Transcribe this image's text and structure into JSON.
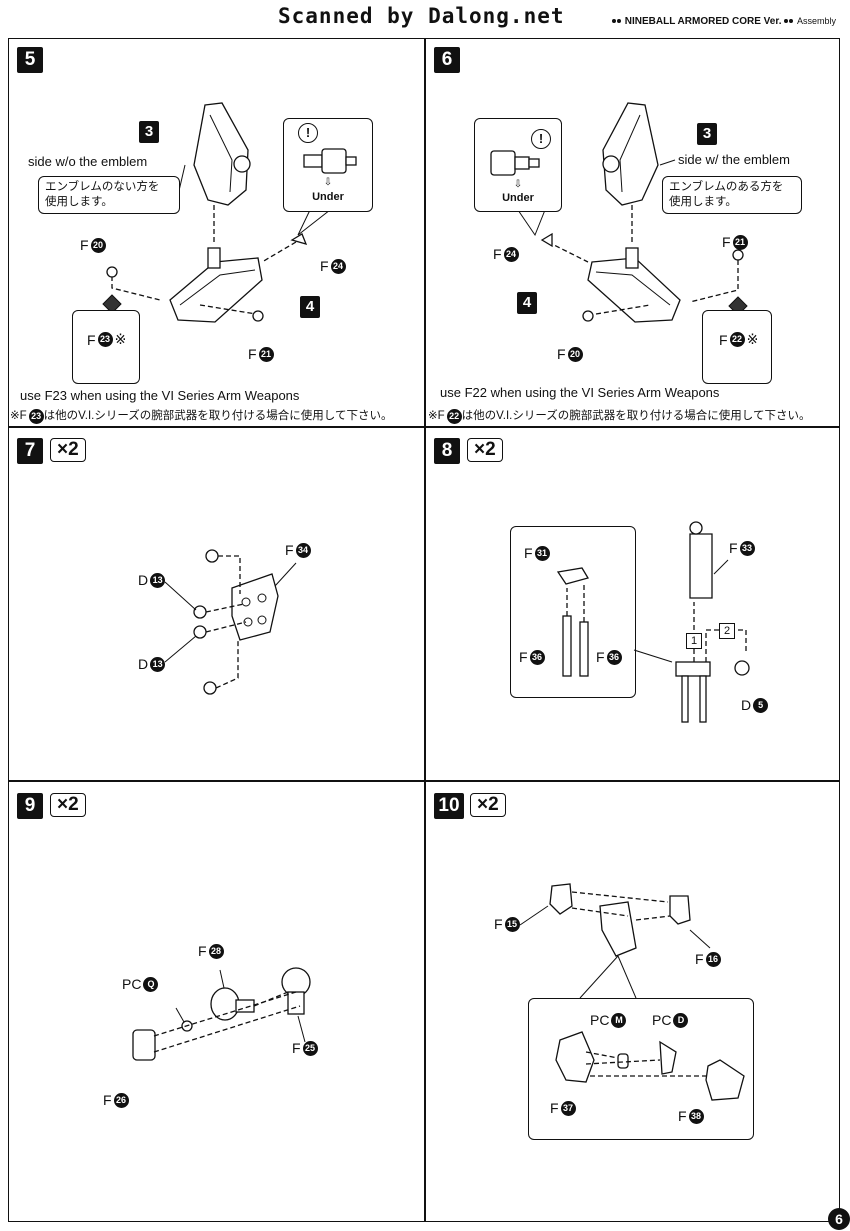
{
  "header": {
    "scan_title": "Scanned by Dalong.net",
    "product": "NINEBALL ARMORED CORE Ver.",
    "section": "Assembly"
  },
  "steps": {
    "s5": {
      "num": "5",
      "label_side": "side w/o the emblem",
      "jp_callout": "エンブレムのない方を\n使用します。",
      "under": "Under",
      "warn": "!",
      "part_ref_a": "3",
      "part_ref_b": "4",
      "parts": {
        "f20": "20",
        "f24": "24",
        "f23": "23",
        "f21": "21"
      },
      "note_en": "use F23 when using the VI Series Arm Weapons",
      "note_jp_pre": "※F",
      "note_jp_num": "23",
      "note_jp_post": "は他のV.I.シリーズの腕部武器を取り付ける場合に使用して下さい。",
      "mark": "※"
    },
    "s6": {
      "num": "6",
      "label_side": "side w/ the emblem",
      "jp_callout": "エンブレムのある方を\n使用します。",
      "under": "Under",
      "warn": "!",
      "part_ref_a": "3",
      "part_ref_b": "4",
      "parts": {
        "f24": "24",
        "f21": "21",
        "f22": "22",
        "f20": "20"
      },
      "note_en": "use F22 when using the VI Series Arm Weapons",
      "note_jp_pre": "※F",
      "note_jp_num": "22",
      "note_jp_post": "は他のV.I.シリーズの腕部武器を取り付ける場合に使用して下さい。",
      "mark": "※"
    },
    "s7": {
      "num": "7",
      "mult": "×2",
      "parts": {
        "d13a": "13",
        "d13b": "13",
        "f34": "34"
      }
    },
    "s8": {
      "num": "8",
      "mult": "×2",
      "parts": {
        "f31": "31",
        "f36a": "36",
        "f36b": "36",
        "f33": "33",
        "d5": "5"
      },
      "order1": "1",
      "order2": "2"
    },
    "s9": {
      "num": "9",
      "mult": "×2",
      "parts": {
        "f28": "28",
        "pcq": "Q",
        "f25": "25",
        "f26": "26"
      }
    },
    "s10": {
      "num": "10",
      "mult": "×2",
      "parts": {
        "f15": "15",
        "f16": "16",
        "pcm": "M",
        "pcd": "D",
        "f37": "37",
        "f38": "38"
      }
    }
  },
  "prefix": {
    "F": "F",
    "D": "D",
    "PC": "PC"
  },
  "page_number": "6"
}
